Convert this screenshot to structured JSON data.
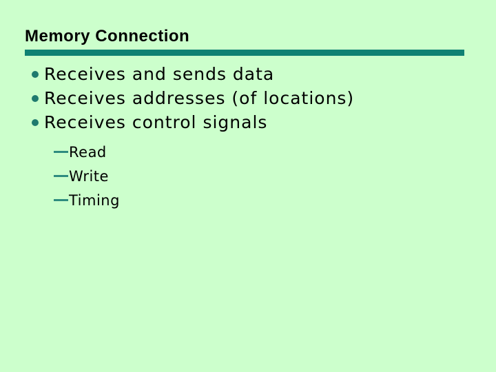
{
  "slide": {
    "title": "Memory Connection",
    "bullets": [
      {
        "text": "Receives and sends data"
      },
      {
        "text": "Receives addresses (of locations)"
      },
      {
        "text": "Receives control signals"
      }
    ],
    "sub_bullets": [
      {
        "text": "Read"
      },
      {
        "text": "Write"
      },
      {
        "text": "Timing"
      }
    ],
    "colors": {
      "background": "#ccffcc",
      "accent_bar": "#0f8173",
      "bullet_dot": "#1f7a6e",
      "sub_dash": "#2e8b7f",
      "text": "#000000"
    }
  }
}
